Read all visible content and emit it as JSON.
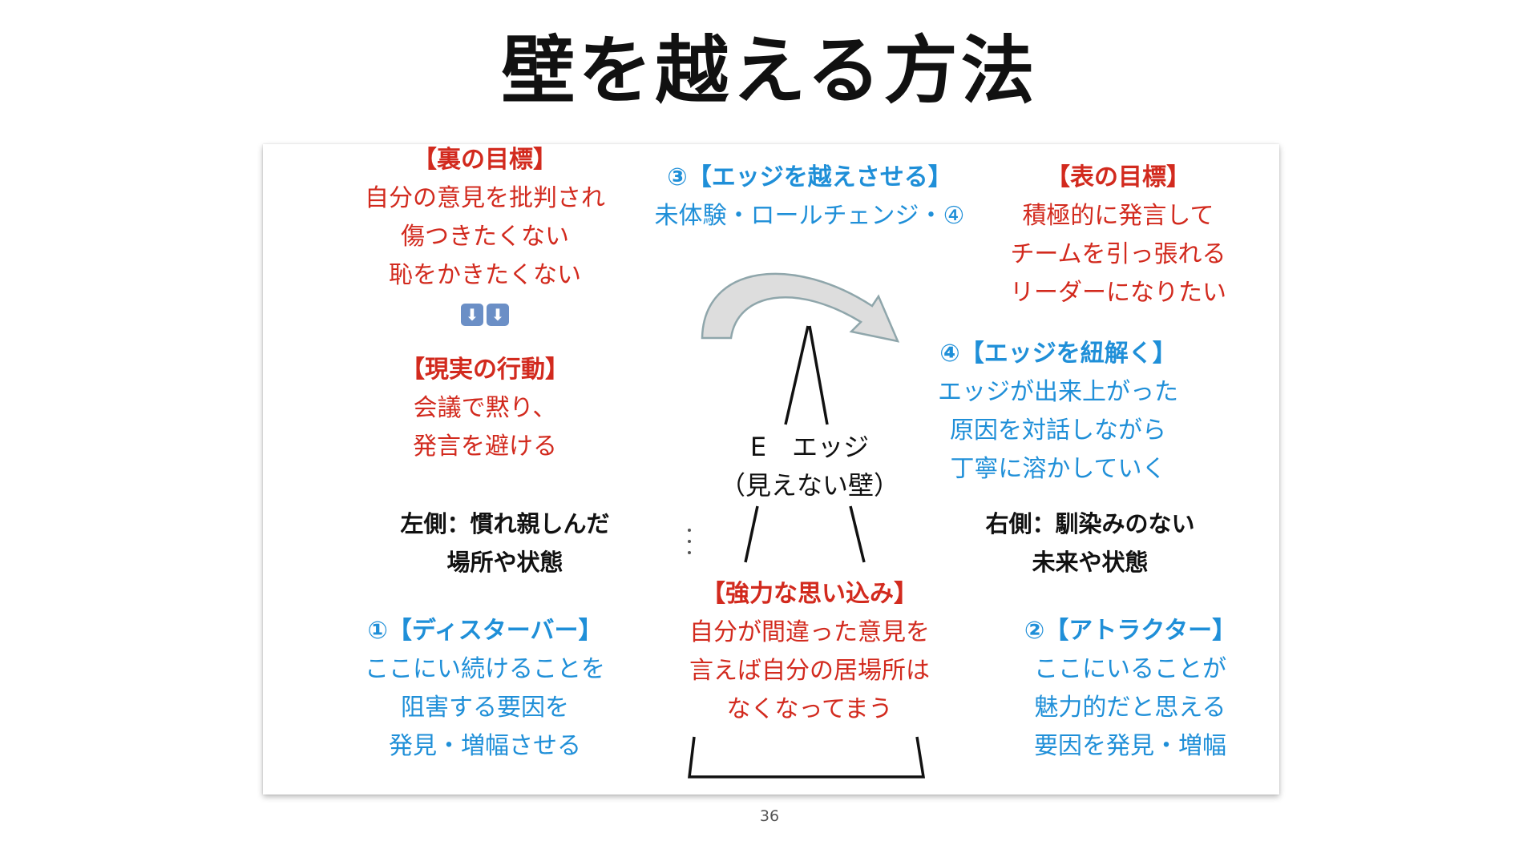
{
  "slide": {
    "title": "壁を越える方法",
    "page_number": "36"
  },
  "ura_goal": {
    "heading": "【裏の目標】",
    "lines": [
      "自分の意見を批判され",
      "傷つきたくない",
      "恥をかきたくない"
    ]
  },
  "down_arrows": {
    "icon": "double-down-arrow-icon",
    "glyph": "⬇"
  },
  "actual_action": {
    "heading": "【現実の行動】",
    "lines": [
      "会議で黙り、",
      "発言を避ける"
    ]
  },
  "step3": {
    "heading": "③【エッジを越えさせる】",
    "lines": [
      "未体験・ロールチェンジ・④"
    ]
  },
  "omote_goal": {
    "heading": "【表の目標】",
    "lines": [
      "積極的に発言して",
      "チームを引っ張れる",
      "リーダーになりたい"
    ]
  },
  "step4": {
    "heading": "④【エッジを紐解く】",
    "lines": [
      "エッジが出来上がった",
      "原因を対話しながら",
      "丁寧に溶かしていく"
    ]
  },
  "edge_label": {
    "lines": [
      "E　エッジ",
      "（見えない壁）"
    ]
  },
  "left_side": {
    "lines": [
      "左側：慣れ親しんだ",
      "場所や状態"
    ]
  },
  "right_side": {
    "lines": [
      "右側：馴染みのない",
      "未来や状態"
    ]
  },
  "belief": {
    "heading": "【強力な思い込み】",
    "lines": [
      "自分が間違った意見を",
      "言えば自分の居場所は",
      "なくなってまう"
    ]
  },
  "step1": {
    "heading": "①【ディスターバー】",
    "lines": [
      "ここにい続けることを",
      "阻害する要因を",
      "発見・増幅させる"
    ]
  },
  "step2": {
    "heading": "②【アトラクター】",
    "lines": [
      "ここにいることが",
      "魅力的だと思える",
      "要因を発見・増幅"
    ]
  },
  "colors": {
    "red": "#d22a1e",
    "blue": "#1f8fd8",
    "arrow_fill": "#dddddd",
    "arrow_stroke": "#8fa6ab"
  }
}
